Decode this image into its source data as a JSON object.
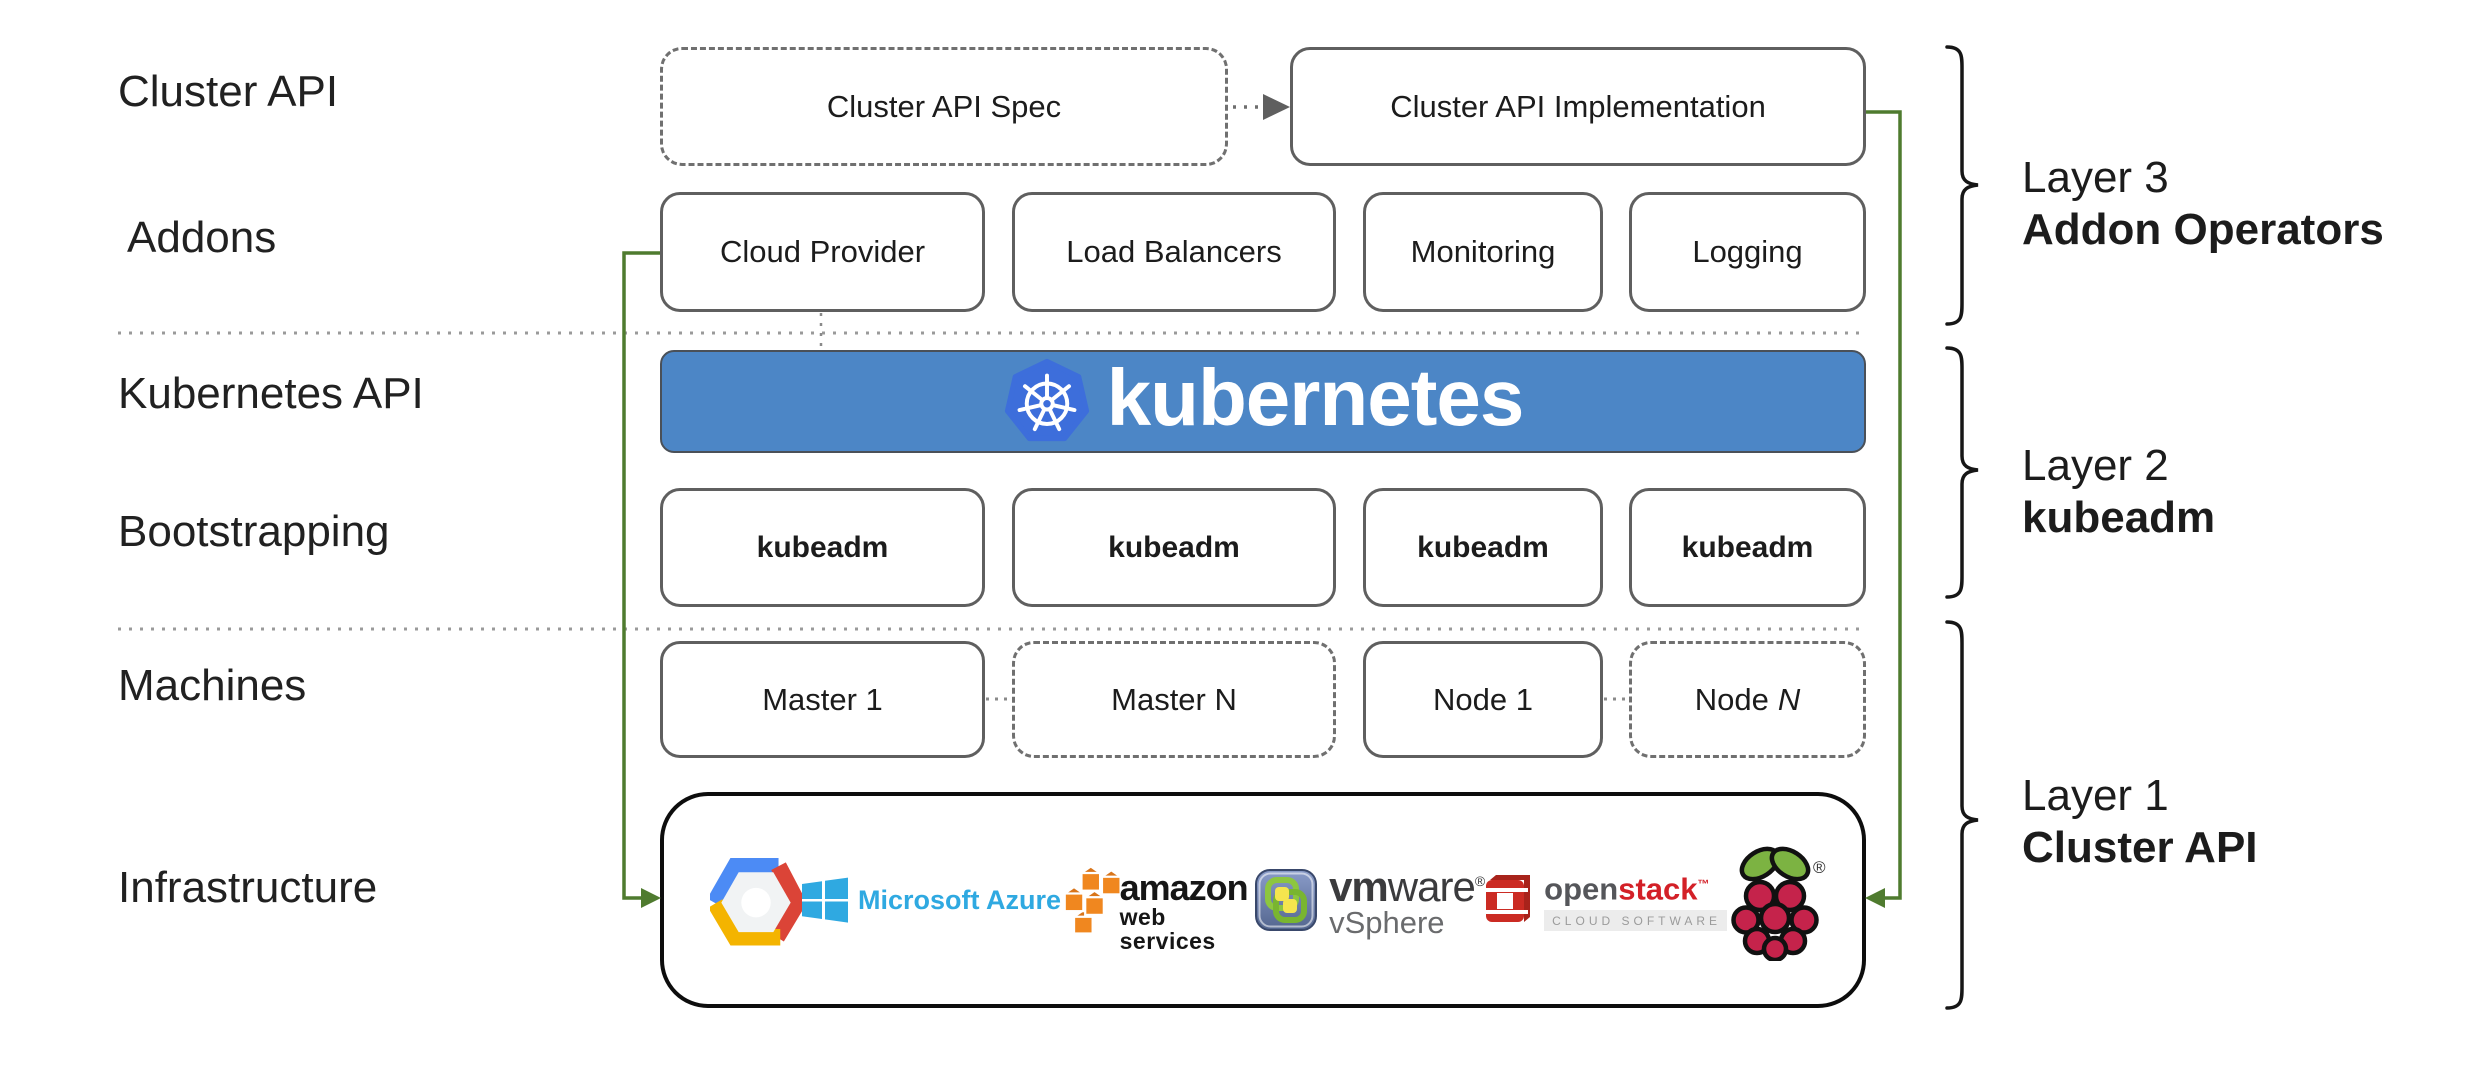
{
  "diagram": {
    "left_labels": {
      "cluster_api": "Cluster API",
      "addons": "Addons",
      "kubernetes_api": "Kubernetes API",
      "bootstrapping": "Bootstrapping",
      "machines": "Machines",
      "infrastructure": "Infrastructure"
    },
    "cluster_api_row": {
      "spec": "Cluster API Spec",
      "implementation": "Cluster API Implementation"
    },
    "addons_row": {
      "items": [
        "Cloud Provider",
        "Load Balancers",
        "Monitoring",
        "Logging"
      ]
    },
    "kubernetes_banner": {
      "wordmark": "kubernetes",
      "logo_icon": "kubernetes-wheel-icon"
    },
    "bootstrapping_row": {
      "items": [
        "kubeadm",
        "kubeadm",
        "kubeadm",
        "kubeadm"
      ]
    },
    "machines_row": {
      "master_1": "Master 1",
      "master_n": "Master N",
      "node_1": "Node 1",
      "node_n": "Node",
      "node_n_italic": "N"
    },
    "infrastructure_row": {
      "gcp_icon": "google-cloud-platform-icon",
      "azure_icon": "microsoft-windows-flag-icon",
      "azure_label": "Microsoft Azure",
      "aws_icon": "amazon-cubes-icon",
      "aws_label_main": "amazon",
      "aws_label_sub": "web services",
      "vmware_icon": "vmware-vsphere-icon",
      "vmware_label_bold": "vm",
      "vmware_label_rest": "ware",
      "vmware_reg": "®",
      "vmware_label_sub": "vSphere",
      "openstack_icon": "openstack-icon",
      "openstack_label_open": "open",
      "openstack_label_stack": "stack",
      "openstack_tm": "™",
      "openstack_sub": "CLOUD SOFTWARE",
      "rpi_icon": "raspberry-pi-icon",
      "rpi_reg": "®"
    },
    "layer_labels": {
      "layer3_line1": "Layer 3",
      "layer3_line2": "Addon Operators",
      "layer2_line1": "Layer 2",
      "layer2_line2": "kubeadm",
      "layer1_line1": "Layer 1",
      "layer1_line2": "Cluster API"
    },
    "colors": {
      "banner_blue": "#4C86C6",
      "k8s_logo_blue": "#3D6EDB",
      "accent_green": "#4F7B2F",
      "azure_blue": "#2FA9E1",
      "aws_orange": "#F0871F",
      "openstack_red": "#D32027",
      "vmware_green": "#8DC63F",
      "rpi_crimson": "#C5234B",
      "rpi_leaf_green": "#7CB342",
      "gcp_blue": "#4C8BF5",
      "gcp_red": "#DB4437",
      "gcp_yellow": "#F4B400"
    }
  }
}
